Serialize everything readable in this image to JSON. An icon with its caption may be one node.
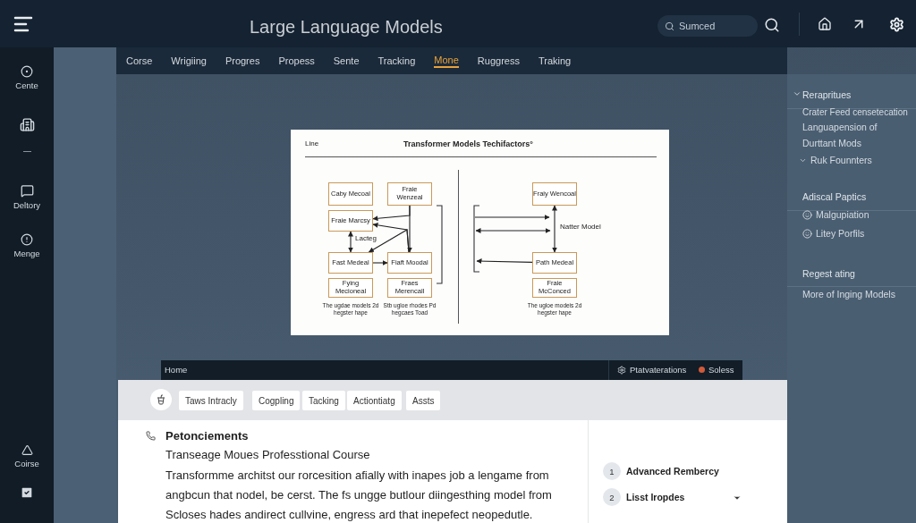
{
  "diagram": {
    "title": "Large Language Models",
    "nodes": [
      {
        "text": [
          "Caby Mecoal"
        ]
      },
      {
        "text": [
          "Fraie Wenzeal"
        ]
      },
      {
        "text": [
          "Fraie Marcsy"
        ]
      },
      {
        "text": [
          "Fast Medeal"
        ]
      },
      {
        "text": [
          "Fiaft Moodal"
        ]
      },
      {
        "text": [
          "Fying Mecioneal"
        ],
        "beside": [
          "The ugdae models 2d hegster hape"
        ]
      },
      {
        "text": [
          "Fraes Merencall"
        ],
        "beside": [
          "Stb ugloe rhodes Pd hegcaes Toad"
        ]
      },
      {
        "text": [
          "Fraiy Wencoal"
        ]
      },
      {
        "text": [
          "Path Medeal"
        ]
      },
      {
        "text": [
          "Fraie McConced"
        ],
        "beside": [
          "The ugloe modeis 2d hegster hape"
        ]
      }
    ],
    "edges": [
      {
        "from": 1,
        "to": 4,
        "arrow": "to"
      },
      {
        "from": 1,
        "to": 2,
        "arrow": "to"
      },
      {
        "from": 4,
        "to": 2,
        "arrow": "to"
      },
      {
        "from": 2,
        "to": 3,
        "arrow": "both"
      },
      {
        "from": 4,
        "to": 3,
        "arrow": "to"
      },
      {
        "from": 3,
        "to": 4,
        "arrow": "to"
      },
      {
        "from": 7,
        "to": 8,
        "arrow": "both"
      },
      {
        "from": 8,
        "to": null,
        "arrow": "to"
      }
    ],
    "labels": [
      "Sumced",
      "Corse",
      "Wrigiing",
      "Progres",
      "Propess",
      "Sente",
      "Tracking",
      "Mone",
      "Ruggress",
      "Traking",
      "Cente",
      "Deltory",
      "Menge",
      "Line",
      "Transformer Models Techifactors°",
      "Lacteg",
      "Natter Model",
      "Rerapritues",
      "Crater Feed censetecation",
      "Languapension of",
      "Durttant Mods",
      "Ruk Founnters",
      "Adiscal Paptics",
      "Malgupiation",
      "Litey Porfils",
      "Regest ating",
      "More of Inging Models",
      "Home",
      "Ptatvaterations",
      "Soless",
      "Taws Intracly",
      "Cogpling",
      "Tacking",
      "Actiontiatg",
      "Assts",
      "Petonciements",
      "Transeage Moues Professtional Course",
      "Transformme architst our rorcesition afially with inapes job a lengame from angbcun that nodel, be cerst. The fs ungge butlour diingesthing model from Scloses hades andirect cullvine, engress ard that inepefect neopedutle.",
      "1",
      "Advanced Rembercy",
      "2",
      "Lisst Iropdes",
      "Coirse"
    ]
  }
}
